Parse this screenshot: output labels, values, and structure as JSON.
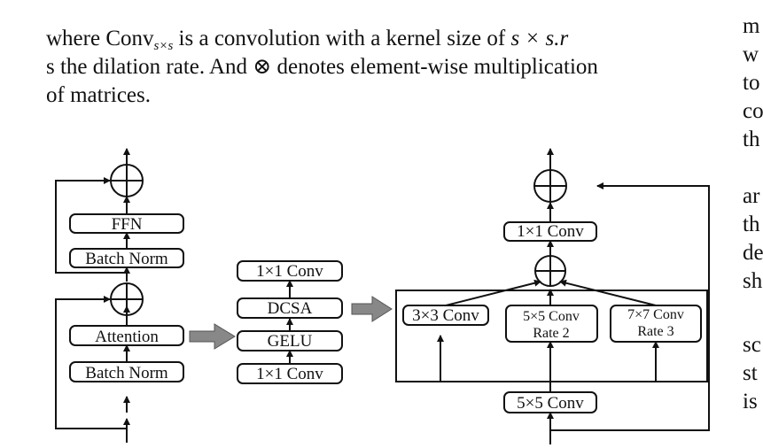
{
  "paragraph": {
    "l1_a": "where Conv",
    "l1_sub": "s×s",
    "l1_b": " is a convolution with a kernel size of ",
    "l1_c": "s × s.r",
    "l2": "s the dilation rate. And ⊗ denotes element-wise multiplication",
    "l3": "of matrices."
  },
  "right_column_fragments": [
    "m",
    "w",
    "to",
    "co",
    "th",
    "",
    "ar",
    "th",
    "de",
    "sh",
    "",
    "sc",
    "st",
    "is"
  ],
  "figure": {
    "left_block": {
      "ffn": "FFN",
      "batch_norm_top": "Batch Norm",
      "attention": "Attention",
      "batch_norm_bottom": "Batch Norm"
    },
    "middle_block": {
      "conv_top": "1×1 Conv",
      "dcsa": "DCSA",
      "gelu": "GELU",
      "conv_bottom": "1×1 Conv"
    },
    "right_block": {
      "conv_top": "1×1 Conv",
      "conv3": "3×3 Conv",
      "conv5_line1": "5×5 Conv",
      "conv5_line2": "Rate 2",
      "conv7_line1": "7×7 Conv",
      "conv7_line2": "Rate 3",
      "conv5_bottom": "5×5 Conv"
    }
  }
}
